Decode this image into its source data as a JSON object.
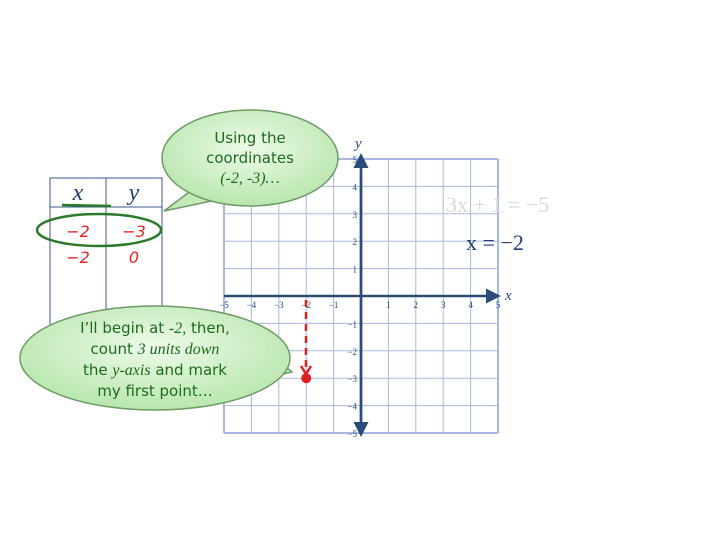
{
  "table": {
    "headers": [
      "x",
      "y"
    ],
    "rows": [
      [
        "−2",
        "−3"
      ],
      [
        "−2",
        "0"
      ]
    ]
  },
  "bubble_top": {
    "line1": "Using the",
    "line2": "coordinates",
    "line3": "(-2, -3)…"
  },
  "bubble_bottom": {
    "part1": "I’ll begin at ",
    "part1_italic": "-2,",
    "part1_end": " then,",
    "part2": "count ",
    "part2_italic": "3 units down",
    "part3": "the ",
    "part3_italic": "y-axis",
    "part3_end": " and mark",
    "part4": "my first point…"
  },
  "graph": {
    "x_label": "x",
    "y_label": "y",
    "x_ticks": [
      -5,
      -4,
      -3,
      -2,
      -1,
      1,
      2,
      3,
      4,
      5
    ],
    "y_ticks": [
      5,
      4,
      3,
      2,
      1,
      -1,
      -2,
      -3,
      -4,
      -5
    ],
    "point": {
      "x": -2,
      "y": -3
    }
  },
  "equations": {
    "faded": "3x + 1 = −5",
    "main": "x = −2"
  },
  "colors": {
    "grid": "#a8b8e0",
    "axis": "#2a4a7a",
    "point": "#e02020",
    "bubble": "#c8efbf",
    "ink": "#1e6a1e"
  }
}
